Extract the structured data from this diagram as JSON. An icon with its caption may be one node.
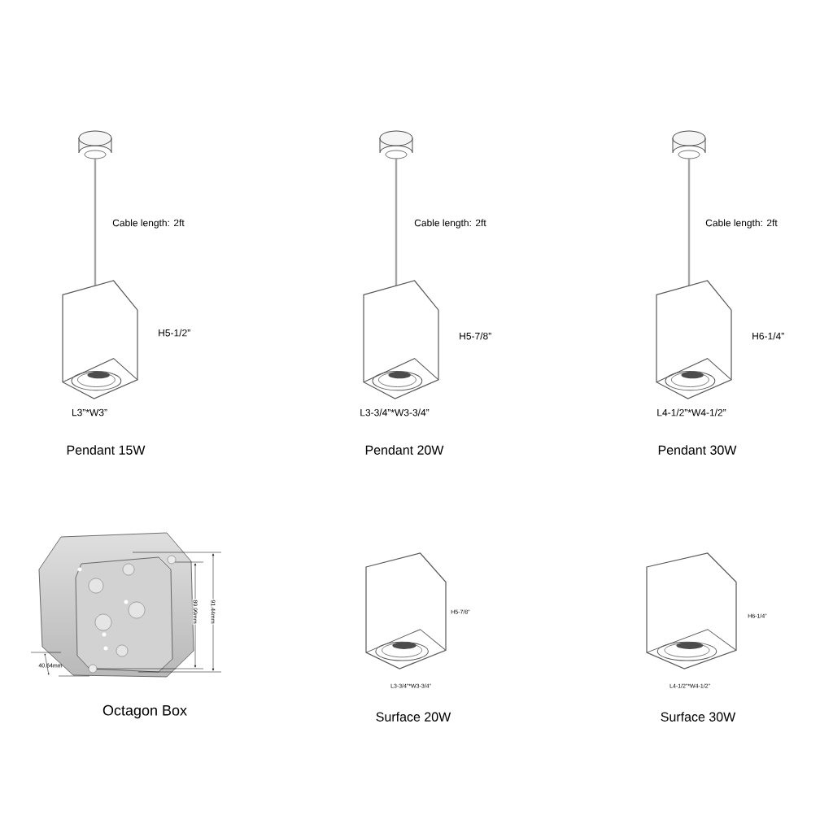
{
  "diagram": {
    "labels": [
      "Cable length: 2ft",
      "Cable length: 2ft",
      "Cable length: 2ft",
      "H5-1/2”",
      "H5-7/8”",
      "H6-1/4”",
      "L3”*W3”",
      "L3-3/4”*W3-3/4”",
      "L4-1/2”*W4-1/2”",
      "Pendant 15W",
      "Pendant 20W",
      "Pendant 30W",
      "89.99mm",
      "91.44mm",
      "H5-7/8”",
      "H6-1/4”",
      "40.64mm",
      "L3-3/4”*W3-3/4”",
      "L4-1/2”*W4-1/2”",
      "Octagon Box",
      "Surface 20W",
      "Surface 30W"
    ]
  }
}
